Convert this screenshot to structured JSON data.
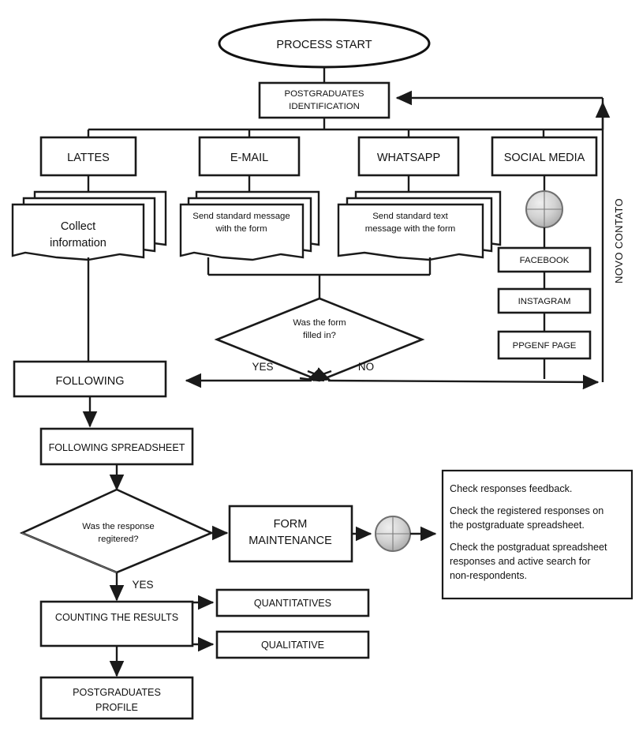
{
  "diagram": {
    "title": "Postgraduates identification and follow-up process flowchart",
    "colors": {
      "stroke": "#1a1a1a",
      "fill": "#ffffff",
      "circle_fill": "#c9c9c9"
    },
    "start": {
      "label": "PROCESS START"
    },
    "identification": {
      "line1": "POSTGRADUATES",
      "line2": "IDENTIFICATION"
    },
    "channels": [
      {
        "label": "LATTES"
      },
      {
        "label": "E-MAIL"
      },
      {
        "label": "WHATSAPP"
      },
      {
        "label": "SOCIAL MEDIA"
      }
    ],
    "documents": [
      {
        "line1": "Collect",
        "line2": "information"
      },
      {
        "line1": "Send standard message",
        "line2": "with the form"
      },
      {
        "line1": "Send standard text",
        "line2": "message with the form"
      }
    ],
    "social_pages": [
      {
        "label": "FACEBOOK"
      },
      {
        "label": "INSTAGRAM"
      },
      {
        "label": "PPGENF PAGE"
      }
    ],
    "decision_form": {
      "line1": "Was the form",
      "line2": "filled in?"
    },
    "branch_labels": {
      "yes": "YES",
      "no": "NO"
    },
    "following": {
      "label": "FOLLOWING"
    },
    "following_spreadsheet": {
      "label": "FOLLOWING SPREADSHEET"
    },
    "decision_response": {
      "line1": "Was the response",
      "line2": "regitered?"
    },
    "decision_response_yes": "YES",
    "form_maintenance": {
      "line1": "FORM",
      "line2": "MAINTENANCE"
    },
    "note": {
      "paragraphs": [
        "Check responses feedback.",
        "Check the registered responses on the postgraduate spreadsheet.",
        "Check the postgraduat spreadsheet responses and active search for non-respondents."
      ],
      "lines": [
        "Check responses feedback.",
        "Check the registered responses on",
        "the postgraduate spreadsheet.",
        "Check the postgraduat spreadsheet",
        "responses and active search for",
        "non-respondents."
      ]
    },
    "counting": {
      "label": "COUNTING THE RESULTS"
    },
    "results": [
      {
        "label": "QUANTITATIVES"
      },
      {
        "label": "QUALITATIVE"
      }
    ],
    "profile": {
      "line1": "POSTGRADUATES",
      "line2": "PROFILE"
    },
    "loop_label": "NOVO CONTATO"
  }
}
